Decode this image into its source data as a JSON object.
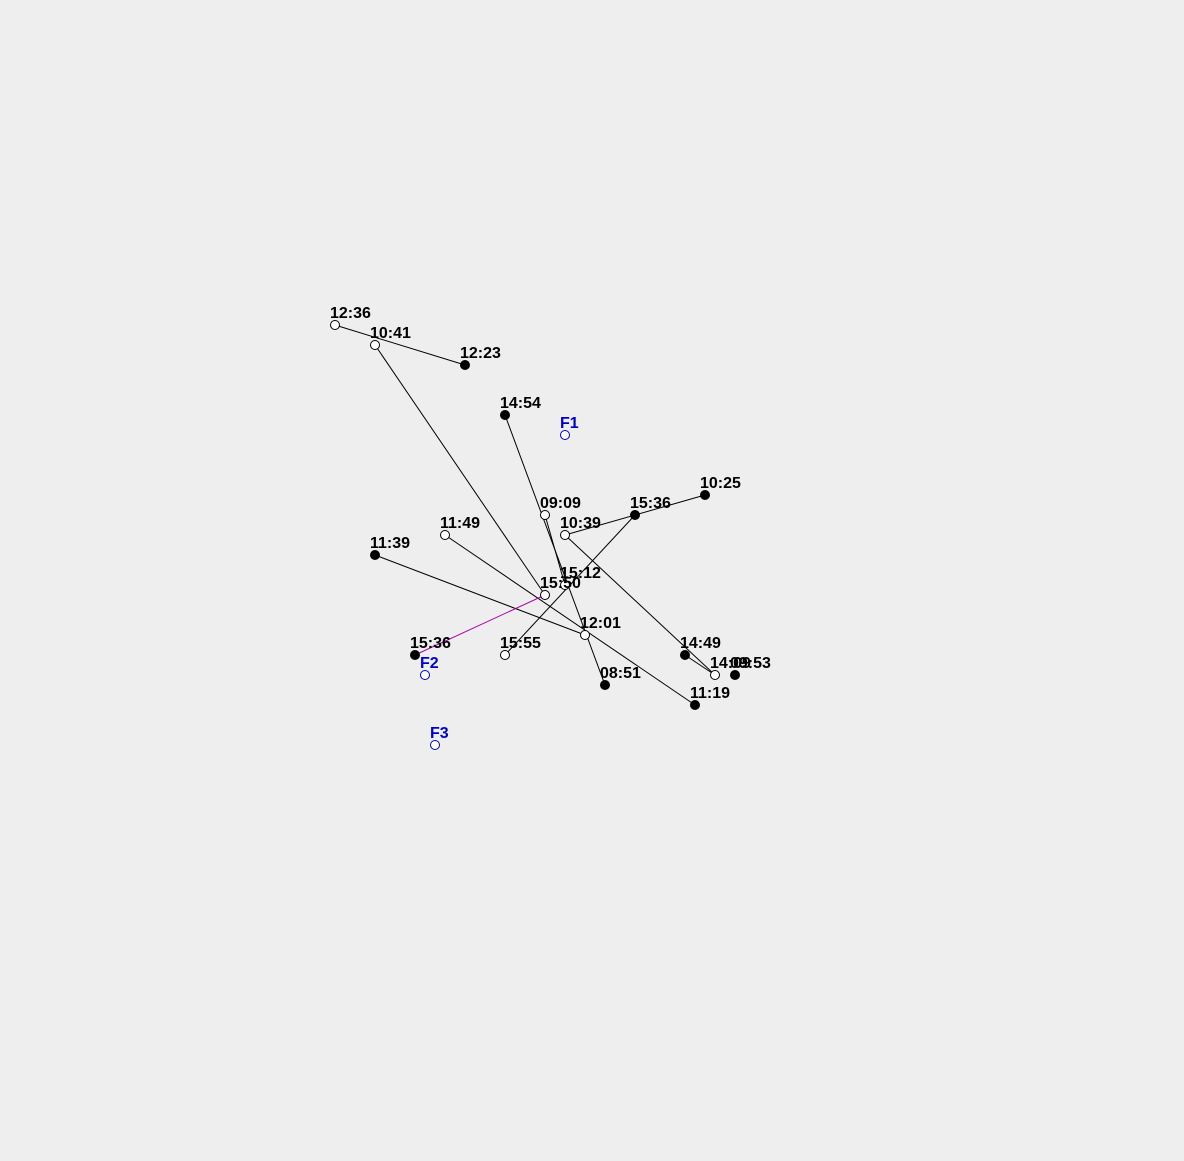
{
  "colors": {
    "background": "#eeeeee",
    "node": "#000000",
    "edge": "#000000",
    "highlight_edge": "#aa00aa",
    "facility": "#0000cc"
  },
  "nodes": [
    {
      "id": "n1",
      "label": "12:36",
      "filled": false
    },
    {
      "id": "n2",
      "label": "10:41",
      "filled": false
    },
    {
      "id": "n3",
      "label": "12:23",
      "filled": true
    },
    {
      "id": "n4",
      "label": "14:54",
      "filled": true
    },
    {
      "id": "n5",
      "label": "10:25",
      "filled": true
    },
    {
      "id": "n6",
      "label": "09:09",
      "filled": false
    },
    {
      "id": "n7",
      "label": "15:36",
      "filled": true
    },
    {
      "id": "n8",
      "label": "10:39",
      "filled": false
    },
    {
      "id": "n9",
      "label": "11:49",
      "filled": false
    },
    {
      "id": "n10",
      "label": "11:39",
      "filled": true
    },
    {
      "id": "n11",
      "label": "15:12",
      "filled": false
    },
    {
      "id": "n12",
      "label": "15:50",
      "filled": false
    },
    {
      "id": "n13",
      "label": "12:01",
      "filled": false
    },
    {
      "id": "n14",
      "label": "15:36",
      "filled": true
    },
    {
      "id": "n15",
      "label": "15:55",
      "filled": false
    },
    {
      "id": "n16",
      "label": "14:49",
      "filled": true
    },
    {
      "id": "n17",
      "label": "14:09",
      "filled": false
    },
    {
      "id": "n18",
      "label": "09:53",
      "filled": true
    },
    {
      "id": "n19",
      "label": "08:51",
      "filled": true
    },
    {
      "id": "n20",
      "label": "11:19",
      "filled": true
    }
  ],
  "facilities": [
    {
      "id": "f1",
      "label": "F1"
    },
    {
      "id": "f2",
      "label": "F2"
    },
    {
      "id": "f3",
      "label": "F3"
    }
  ],
  "edges": [
    {
      "from": "n1",
      "to": "n3",
      "highlight": false
    },
    {
      "from": "n2",
      "to": "n12",
      "highlight": false
    },
    {
      "from": "n4",
      "to": "n19",
      "highlight": false
    },
    {
      "from": "n8",
      "to": "n5",
      "highlight": false
    },
    {
      "from": "n15",
      "to": "n7",
      "highlight": false
    },
    {
      "from": "n6",
      "to": "n11",
      "highlight": false
    },
    {
      "from": "n8",
      "to": "n17",
      "highlight": false
    },
    {
      "from": "n9",
      "to": "n20",
      "highlight": false
    },
    {
      "from": "n10",
      "to": "n13",
      "highlight": false
    },
    {
      "from": "n16",
      "to": "n17",
      "highlight": false
    },
    {
      "from": "n14",
      "to": "n12",
      "highlight": true
    }
  ]
}
